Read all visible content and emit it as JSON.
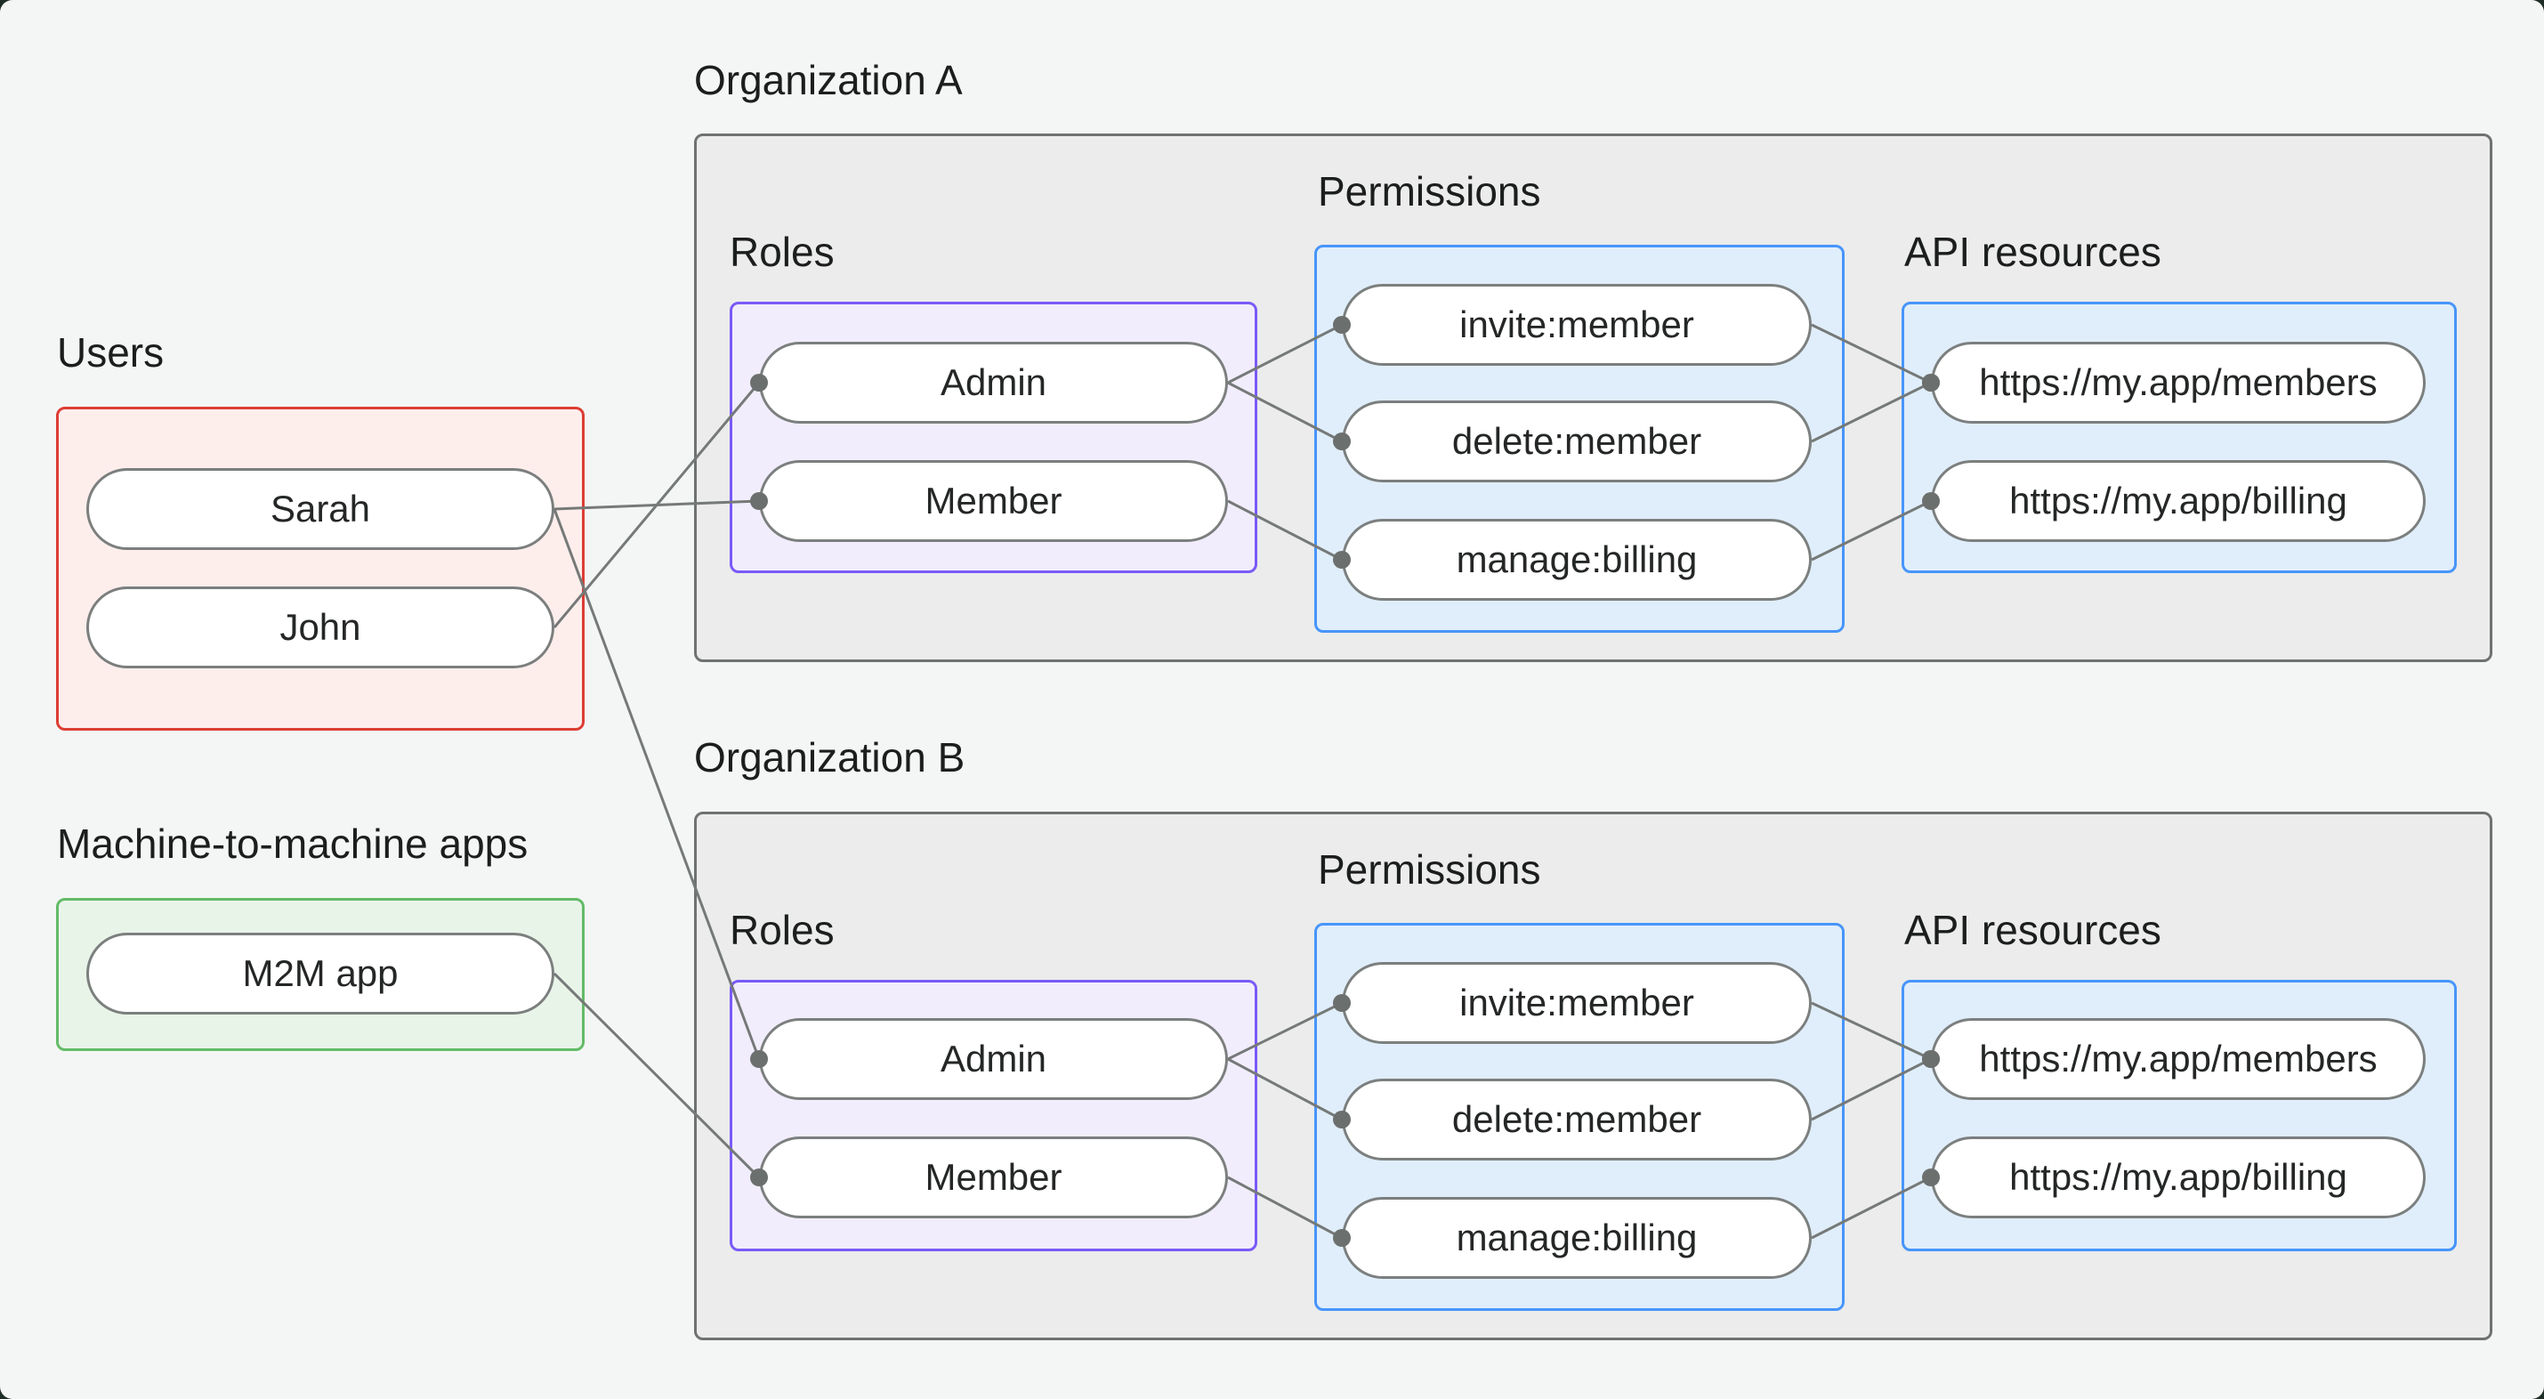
{
  "theme": {
    "canvas_bg": "#f4f6f5",
    "outer_corner_bg": "#1e2d26",
    "org_box_fill": "#ebeceb",
    "org_box_border": "#6e7271",
    "users_box_fill": "#fdeeec",
    "users_box_border": "#dc3d33",
    "m2m_box_fill": "#e9f4e9",
    "m2m_box_border": "#63bb67",
    "roles_box_fill": "#f2edfc",
    "roles_box_border": "#7a5af8",
    "blue_box_fill": "#e0eefb",
    "blue_box_border": "#4795fb",
    "pill_fill": "#ffffff",
    "pill_border": "#7b7f7e",
    "edge_color": "#757978",
    "edge_dot_color": "#6b6f6e",
    "text_color": "#1b1e1d"
  },
  "users": {
    "label": "Users",
    "items": [
      "Sarah",
      "John"
    ]
  },
  "m2m": {
    "label": "Machine-to-machine apps",
    "items": [
      "M2M app"
    ]
  },
  "orgs": [
    {
      "label": "Organization A",
      "roles": {
        "label": "Roles",
        "items": [
          "Admin",
          "Member"
        ]
      },
      "permissions": {
        "label": "Permissions",
        "items": [
          "invite:member",
          "delete:member",
          "manage:billing"
        ]
      },
      "api_resources": {
        "label": "API resources",
        "items": [
          "https://my.app/members",
          "https://my.app/billing"
        ]
      }
    },
    {
      "label": "Organization B",
      "roles": {
        "label": "Roles",
        "items": [
          "Admin",
          "Member"
        ]
      },
      "permissions": {
        "label": "Permissions",
        "items": [
          "invite:member",
          "delete:member",
          "manage:billing"
        ]
      },
      "api_resources": {
        "label": "API resources",
        "items": [
          "https://my.app/members",
          "https://my.app/billing"
        ]
      }
    }
  ],
  "connections": [
    {
      "from": "john",
      "to": "orgA.admin"
    },
    {
      "from": "sarah",
      "to": "orgA.member"
    },
    {
      "from": "sarah",
      "to": "orgB.admin"
    },
    {
      "from": "m2m",
      "to": "orgB.member"
    },
    {
      "from": "orgA.admin",
      "to": "orgA.invite"
    },
    {
      "from": "orgA.admin",
      "to": "orgA.delete"
    },
    {
      "from": "orgA.member",
      "to": "orgA.manage"
    },
    {
      "from": "orgA.invite",
      "to": "orgA.members"
    },
    {
      "from": "orgA.delete",
      "to": "orgA.members"
    },
    {
      "from": "orgA.manage",
      "to": "orgA.billing"
    },
    {
      "from": "orgB.admin",
      "to": "orgB.invite"
    },
    {
      "from": "orgB.admin",
      "to": "orgB.delete"
    },
    {
      "from": "orgB.member",
      "to": "orgB.manage"
    },
    {
      "from": "orgB.invite",
      "to": "orgB.members"
    },
    {
      "from": "orgB.delete",
      "to": "orgB.members"
    },
    {
      "from": "orgB.manage",
      "to": "orgB.billing"
    }
  ]
}
